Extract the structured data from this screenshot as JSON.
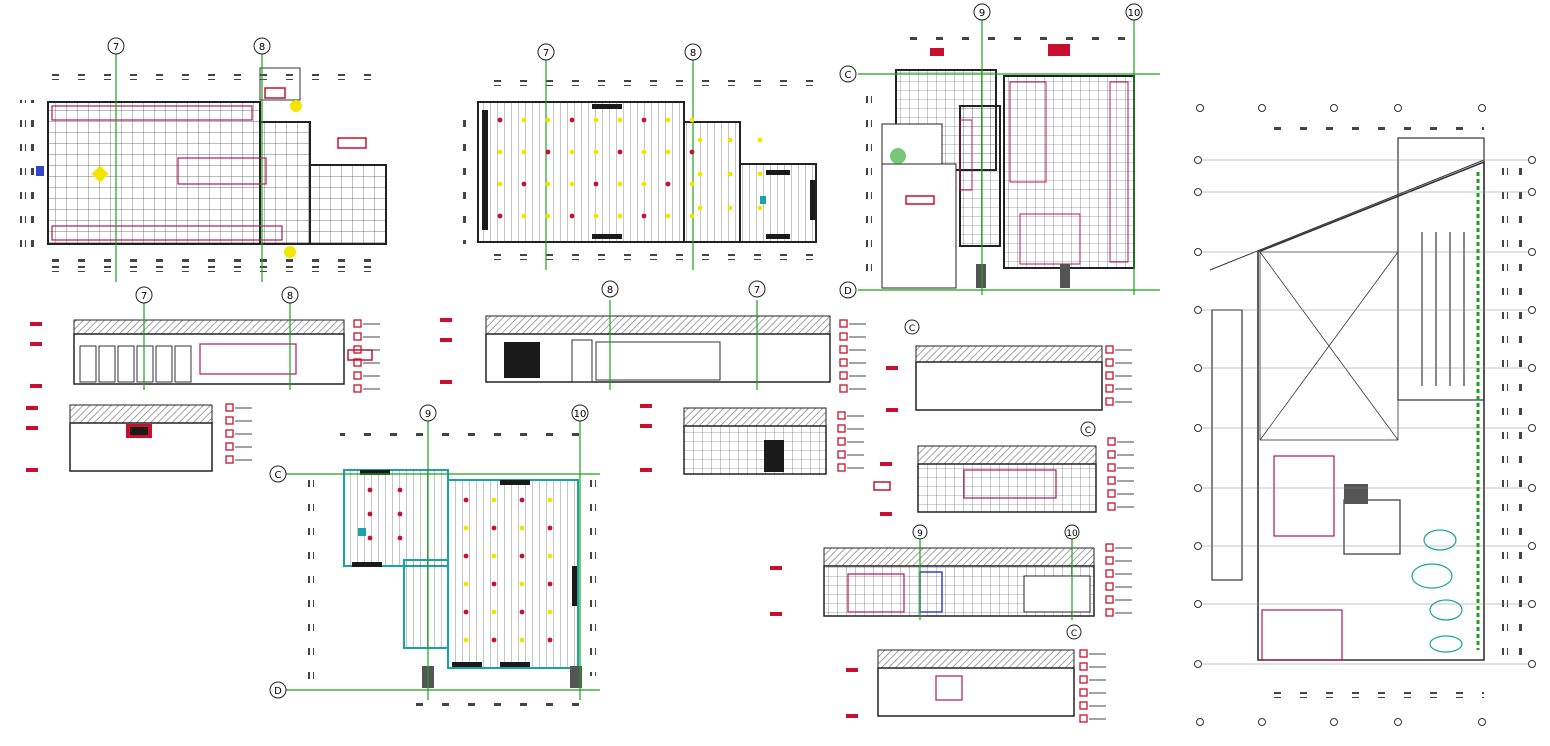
{
  "sheet": {
    "grid_labels": {
      "plan_locker": [
        "7",
        "8"
      ],
      "plan_ceiling": [
        "7",
        "8"
      ],
      "plan_toilet": [
        "9",
        "10"
      ],
      "plan_toilet_rows": [
        "C",
        "D"
      ],
      "plan_ceiling2": [
        "9",
        "10"
      ],
      "plan_ceiling2_rows": [
        "C",
        "D"
      ],
      "elev_a": [
        "7",
        "8"
      ],
      "elev_b": [
        "8",
        "7"
      ],
      "elev_c": [
        "C"
      ],
      "elev_d": [
        "C"
      ],
      "elev_e": [
        "9",
        "10"
      ],
      "elev_f": [
        "C"
      ]
    },
    "colors": {
      "linework": "#3a3a3a",
      "grid_green": "#1ea01e",
      "tag_red": "#c8102e",
      "fixture_magenta": "#b0185a",
      "light_yellow": "#f2e600",
      "hatch_gray": "#8a8a8a",
      "fill_dark": "#1a1a1a",
      "accent_blue": "#3344cc",
      "accent_cyan": "#19a3a3"
    }
  }
}
